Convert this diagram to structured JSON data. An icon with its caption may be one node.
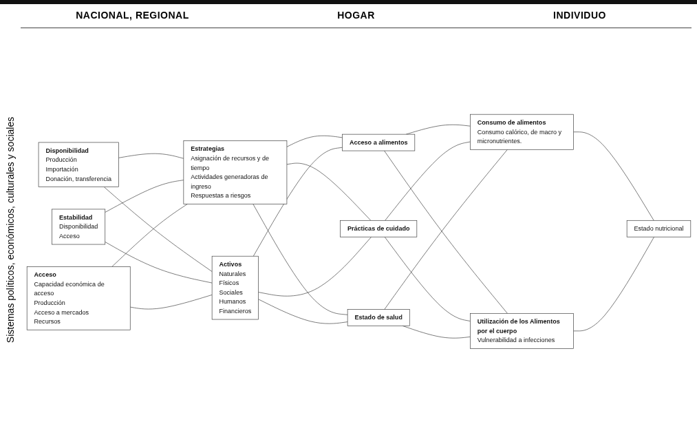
{
  "diagram": {
    "nodes": [
      {
        "text": [
          "Disponibilidad",
          "Producción",
          "Importación",
          "Donación, transferencia"
        ]
      },
      {
        "text": [
          "Estabilidad",
          "Disponibilidad",
          "Acceso"
        ]
      },
      {
        "text": [
          "Acceso",
          "Capacidad económica de acceso",
          "Producción",
          "Acceso a mercados",
          "Recursos"
        ]
      },
      {
        "text": [
          "Estrategias",
          "Asignación de recursos y de tiempo",
          "Actividades generadoras de ingreso",
          "Respuestas a riesgos"
        ]
      },
      {
        "text": [
          "Activos",
          "Naturales",
          "Físicos",
          "Sociales",
          "Humanos",
          "Financieros"
        ]
      },
      {
        "text": [
          "Acceso a alimentos"
        ]
      },
      {
        "text": [
          "Prácticas de cuidado"
        ]
      },
      {
        "text": [
          "Estado de salud"
        ]
      },
      {
        "text": [
          "Consumo de alimentos",
          "Consumo calórico, de macro y micronutrientes."
        ]
      },
      {
        "text": [
          "Utilización de los Alimentos por el cuerpo",
          "Vulnerabilidad a infecciones"
        ]
      },
      {
        "text": [
          "Estado nutricional"
        ]
      }
    ],
    "edges": [
      {
        "from": 0,
        "to": 3,
        "arrow": "none"
      },
      {
        "from": 0,
        "to": 4,
        "arrow": "none"
      },
      {
        "from": 1,
        "to": 3,
        "arrow": "none"
      },
      {
        "from": 1,
        "to": 4,
        "arrow": "none"
      },
      {
        "from": 2,
        "to": 3,
        "arrow": "none"
      },
      {
        "from": 2,
        "to": 4,
        "arrow": "none"
      },
      {
        "from": 3,
        "to": 5,
        "arrow": "none"
      },
      {
        "from": 3,
        "to": 6,
        "arrow": "none"
      },
      {
        "from": 3,
        "to": 7,
        "arrow": "none"
      },
      {
        "from": 4,
        "to": 5,
        "arrow": "none"
      },
      {
        "from": 4,
        "to": 6,
        "arrow": "none"
      },
      {
        "from": 4,
        "to": 7,
        "arrow": "none"
      },
      {
        "from": 5,
        "to": 8,
        "arrow": "none"
      },
      {
        "from": 5,
        "to": 9,
        "arrow": "none"
      },
      {
        "from": 6,
        "to": 8,
        "arrow": "none"
      },
      {
        "from": 6,
        "to": 9,
        "arrow": "none"
      },
      {
        "from": 7,
        "to": 8,
        "arrow": "none"
      },
      {
        "from": 7,
        "to": 9,
        "arrow": "none"
      },
      {
        "from": 8,
        "to": 10,
        "arrow": "none"
      },
      {
        "from": 9,
        "to": 10,
        "arrow": "none"
      }
    ],
    "labels": [
      "NACIONAL, REGIONAL",
      "HOGAR",
      "INDIVIDUO",
      "Sistemas políticos, económicos, culturales y sociales"
    ]
  }
}
